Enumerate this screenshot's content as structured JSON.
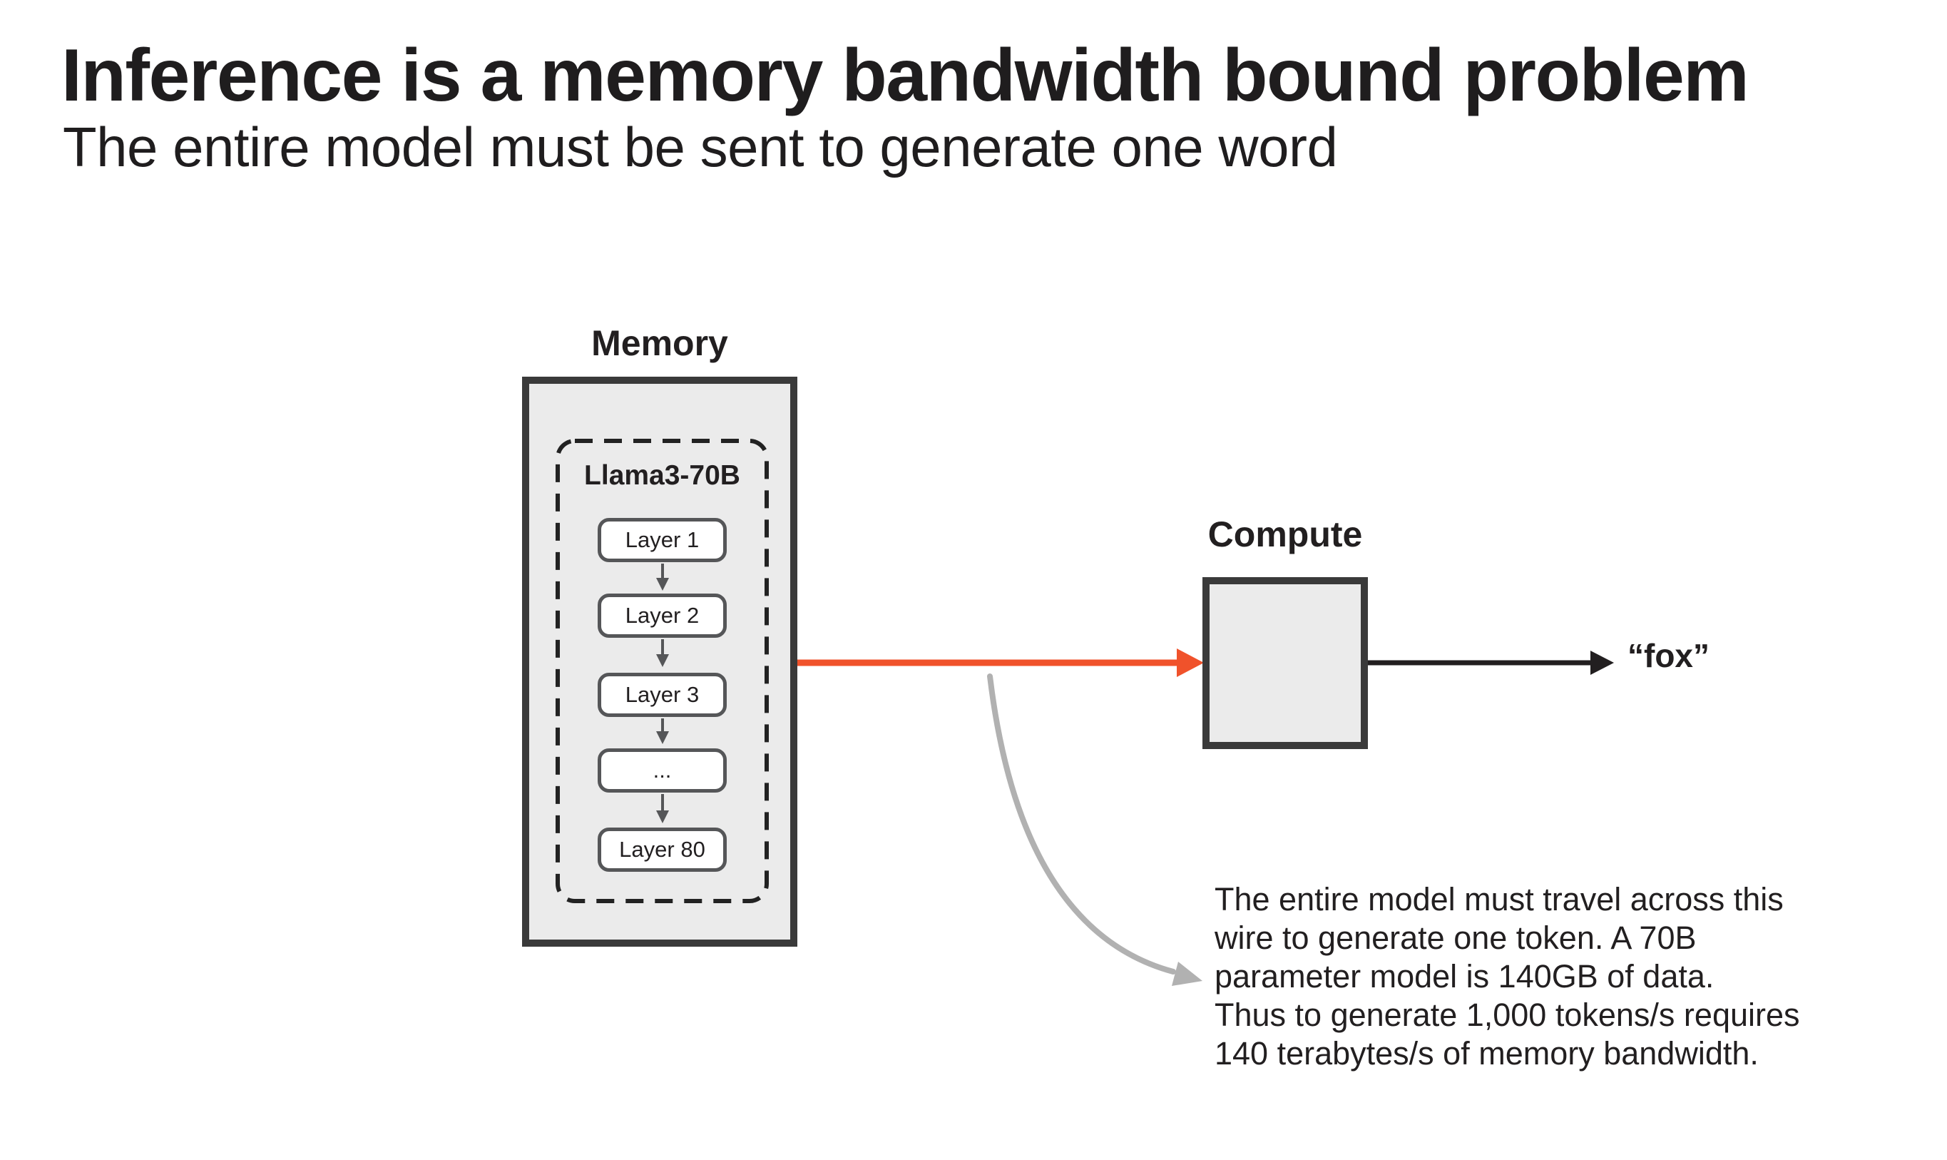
{
  "title": "Inference is a memory bandwidth bound problem",
  "subtitle": "The entire model must be sent to generate one word",
  "memory": {
    "label": "Memory",
    "model_label": "Llama3-70B",
    "layers": [
      "Layer 1",
      "Layer 2",
      "Layer 3",
      "...",
      "Layer 80"
    ]
  },
  "compute": {
    "label": "Compute"
  },
  "output": {
    "word": "“fox”"
  },
  "annotation": {
    "lines": [
      "The entire model must travel across this",
      "wire to generate one token. A 70B",
      "parameter model is 140GB of data.",
      "Thus to generate 1,000 tokens/s requires",
      "140 terabytes/s of memory bandwidth."
    ]
  },
  "colors": {
    "accent_orange": "#F0522B",
    "box_fill": "#EBEBEB",
    "box_border": "#3A3A3A",
    "layer_box_border": "#555658",
    "connector_gray": "#555658",
    "dashed_boundary": "#222222",
    "annotation_arrow_gray": "#B1B1B1",
    "text": "#221F20",
    "background": "#FFFFFF"
  }
}
